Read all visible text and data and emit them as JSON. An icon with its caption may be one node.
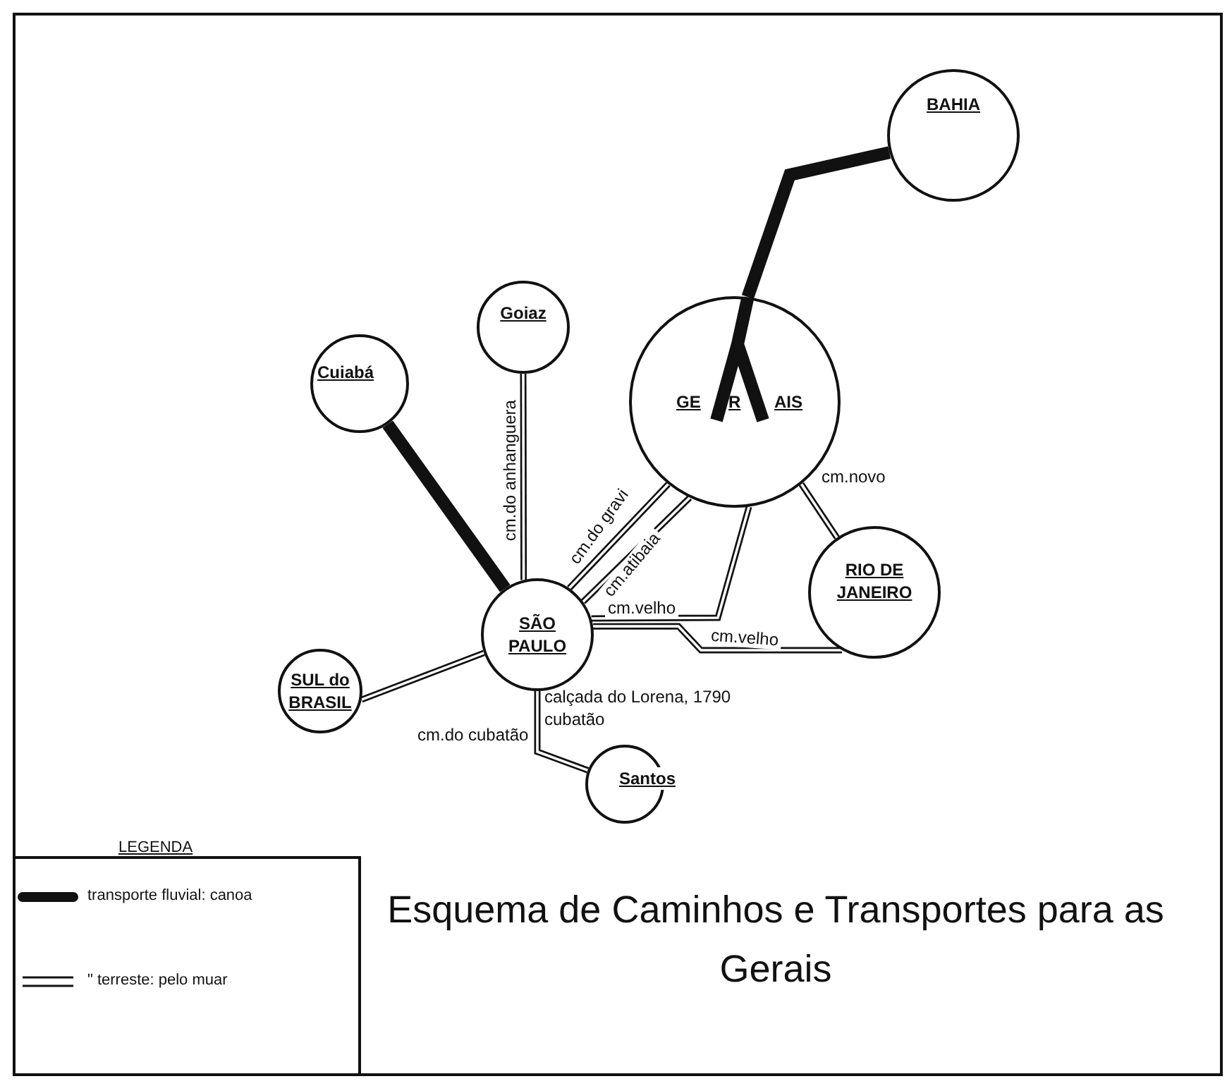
{
  "diagram": {
    "title": "Esquema de Caminhos e Transportes para as Gerais",
    "nodes": [
      {
        "text": [
          "BAHIA"
        ]
      },
      {
        "text": [
          "Goiaz"
        ]
      },
      {
        "text": [
          "Cuiabá"
        ]
      },
      {
        "text": [
          "GE",
          "R",
          "AIS"
        ]
      },
      {
        "text": [
          "SÃO PAULO"
        ]
      },
      {
        "text": [
          "RIO DE JANEIRO"
        ]
      },
      {
        "text": [
          "SUL do BRASIL"
        ]
      },
      {
        "text": [
          "Santos"
        ]
      }
    ],
    "edges": [
      {
        "from": 0,
        "to": 3,
        "arrow": "none",
        "style": "thick"
      },
      {
        "from": 2,
        "to": 4,
        "arrow": "none",
        "style": "thick"
      },
      {
        "from": 1,
        "to": 4,
        "arrow": "none",
        "label": "cm.do anhanguera"
      },
      {
        "from": 3,
        "to": 4,
        "arrow": "none",
        "label": "cm.do gravi"
      },
      {
        "from": 3,
        "to": 4,
        "arrow": "none",
        "label": "cm.atibaia"
      },
      {
        "from": 3,
        "to": 4,
        "arrow": "none",
        "label": "cm.velho"
      },
      {
        "from": 4,
        "to": 5,
        "arrow": "none",
        "label": "cm.velho"
      },
      {
        "from": 3,
        "to": 5,
        "arrow": "none",
        "label": "cm.novo"
      },
      {
        "from": 4,
        "to": 6,
        "arrow": "none"
      },
      {
        "from": 4,
        "to": 7,
        "arrow": "none",
        "label": "cm.do cubatão"
      }
    ],
    "labels": [
      "calçada do Lorena, 1790 cubatão",
      "LEGENDA"
    ],
    "legend": [
      {
        "text": "transporte fluvial: canoa"
      },
      {
        "text": "\" terreste: pelo muar"
      }
    ]
  }
}
